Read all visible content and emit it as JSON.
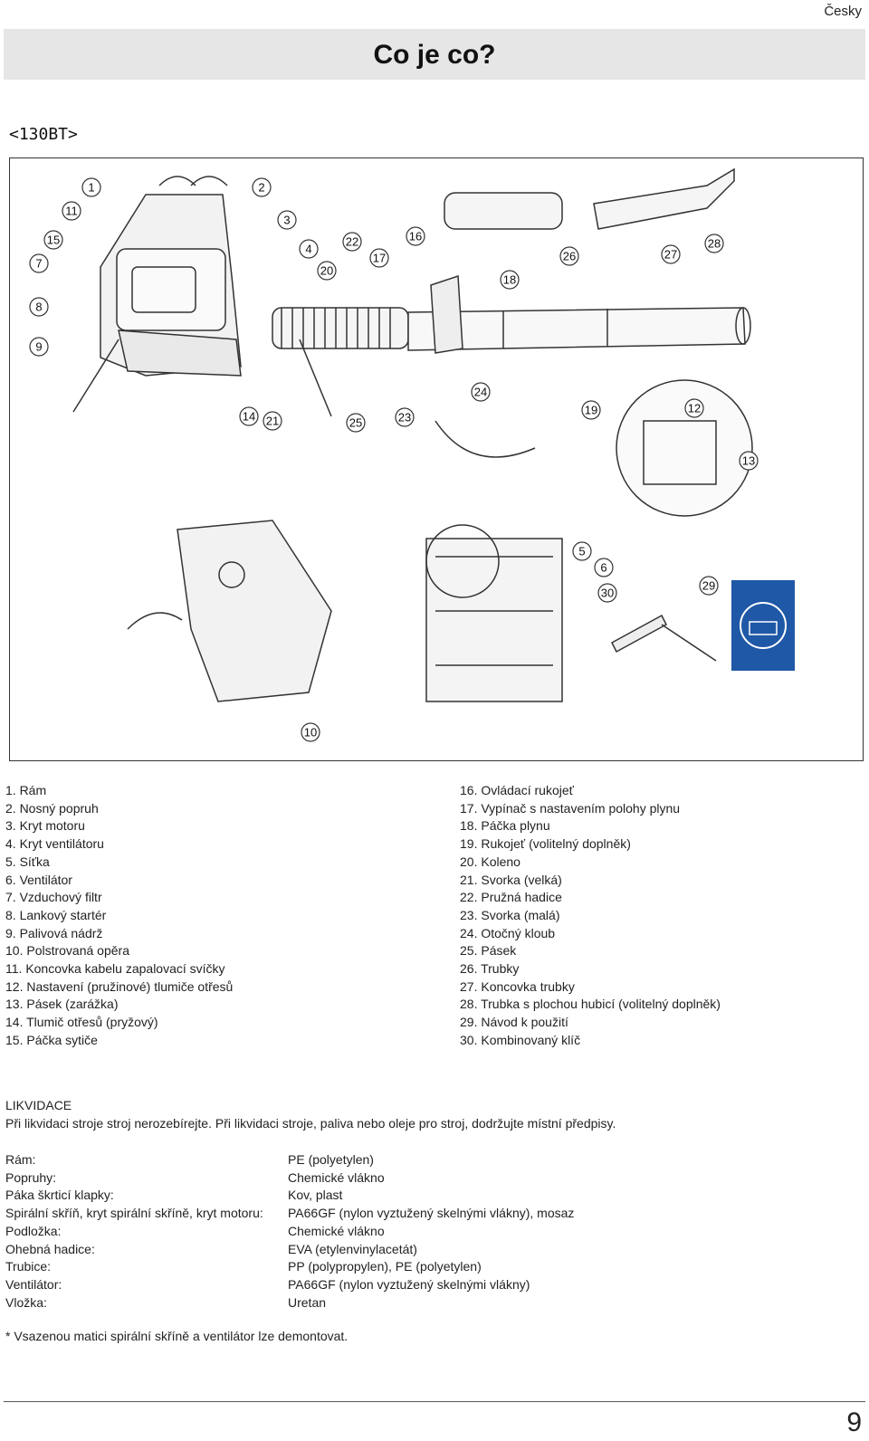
{
  "header": {
    "language": "Česky",
    "title": "Co je co?"
  },
  "model": "<130BT>",
  "diagram": {
    "callouts": [
      "1",
      "2",
      "3",
      "4",
      "5",
      "6",
      "7",
      "8",
      "9",
      "10",
      "11",
      "12",
      "13",
      "14",
      "15",
      "16",
      "17",
      "18",
      "19",
      "20",
      "21",
      "22",
      "23",
      "24",
      "25",
      "26",
      "27",
      "28",
      "29",
      "30"
    ]
  },
  "parts_left": [
    "1. Rám",
    "2. Nosný popruh",
    "3. Kryt motoru",
    "4. Kryt ventilátoru",
    "5. Síťka",
    "6. Ventilátor",
    "7. Vzduchový filtr",
    "8. Lankový startér",
    "9. Palivová nádrž",
    "10. Polstrovaná opěra",
    "11. Koncovka kabelu zapalovací svíčky",
    "12. Nastavení (pružinové) tlumiče otřesů",
    "13. Pásek (zarážka)",
    "14. Tlumič otřesů (pryžový)",
    "15. Páčka sytiče"
  ],
  "parts_right": [
    "16. Ovládací rukojeť",
    "17. Vypínač s nastavením polohy plynu",
    "18. Páčka plynu",
    "19. Rukojeť (volitelný doplněk)",
    "20. Koleno",
    "21. Svorka (velká)",
    "22. Pružná hadice",
    "23. Svorka (malá)",
    "24. Otočný kloub",
    "25. Pásek",
    "26. Trubky",
    "27. Koncovka trubky",
    "28. Trubka s plochou hubicí (volitelný doplněk)",
    "29. Návod k použití",
    "30. Kombinovaný klíč"
  ],
  "disposal": {
    "title": "LIKVIDACE",
    "text": "Při likvidaci stroje stroj nerozebírejte. Při likvidaci stroje, paliva nebo oleje pro stroj, dodržujte místní předpisy."
  },
  "materials": [
    {
      "part": "Rám:",
      "material": "PE (polyetylen)"
    },
    {
      "part": "Popruhy:",
      "material": "Chemické vlákno"
    },
    {
      "part": "Páka škrticí klapky:",
      "material": "Kov, plast"
    },
    {
      "part": "Spirální skříň, kryt spirální skříně, kryt motoru:",
      "material": "PA66GF (nylon vyztužený skelnými vlákny), mosaz"
    },
    {
      "part": "Podložka:",
      "material": "Chemické vlákno"
    },
    {
      "part": "Ohebná hadice:",
      "material": "EVA (etylenvinylacetát)"
    },
    {
      "part": "Trubice:",
      "material": "PP (polypropylen), PE (polyetylen)"
    },
    {
      "part": "Ventilátor:",
      "material": "PA66GF (nylon vyztužený skelnými vlákny)"
    },
    {
      "part": "Vložka:",
      "material": "Uretan"
    }
  ],
  "footnote": "* Vsazenou matici spirální skříně a ventilátor lze demontovat.",
  "page_number": "9"
}
